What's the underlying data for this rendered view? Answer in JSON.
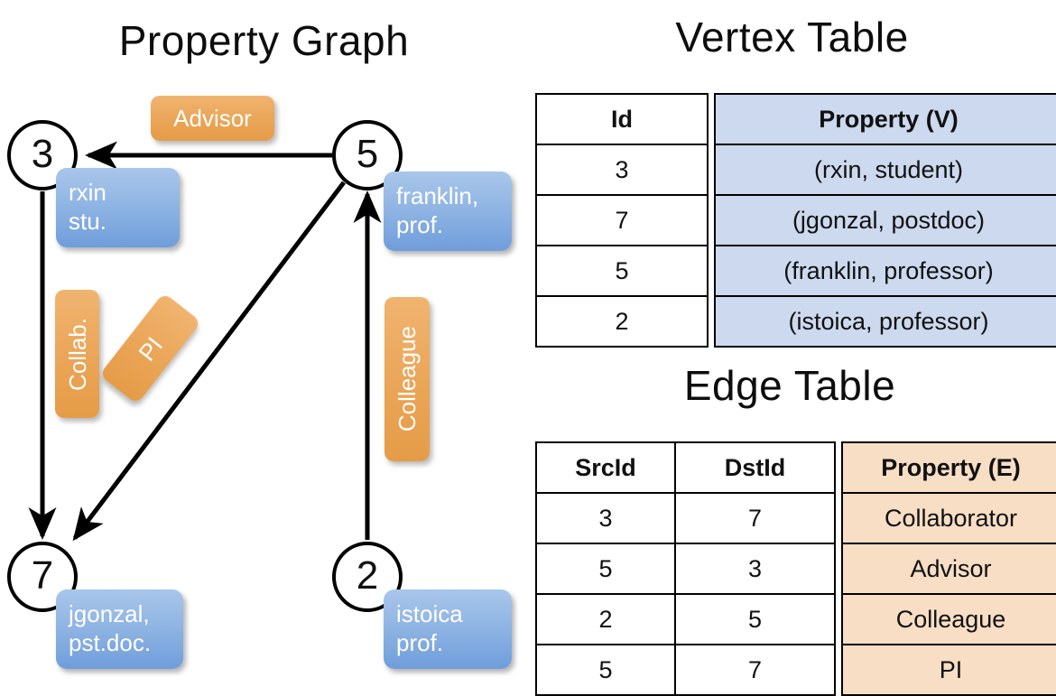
{
  "panels": {
    "graph_title": "Property Graph",
    "vertex_table_title": "Vertex Table",
    "edge_table_title": "Edge Table"
  },
  "graph": {
    "nodes": [
      {
        "id": "3",
        "property_label": "rxin\nstu."
      },
      {
        "id": "5",
        "property_label": "franklin,\nprof."
      },
      {
        "id": "7",
        "property_label": "jgonzal,\npst.doc."
      },
      {
        "id": "2",
        "property_label": "istoica\nprof."
      }
    ],
    "node_labels": {
      "n3": "3",
      "n5": "5",
      "n7": "7",
      "n2": "2"
    },
    "vertex_props": {
      "rxin_line1": "rxin",
      "rxin_line2": "stu.",
      "franklin_line1": "franklin,",
      "franklin_line2": "prof.",
      "jgonzal_line1": "jgonzal,",
      "jgonzal_line2": "pst.doc.",
      "istoica_line1": "istoica",
      "istoica_line2": "prof."
    },
    "edge_props": {
      "advisor": "Advisor",
      "collab": "Collab.",
      "pi": "PI",
      "colleague": "Colleague"
    },
    "edges": [
      {
        "from": "5",
        "to": "3",
        "label": "Advisor"
      },
      {
        "from": "3",
        "to": "7",
        "label": "Collab."
      },
      {
        "from": "5",
        "to": "7",
        "label": "PI"
      },
      {
        "from": "2",
        "to": "5",
        "label": "Colleague"
      }
    ]
  },
  "vertex_table": {
    "headers": [
      "Id",
      "Property (V)"
    ],
    "rows": [
      {
        "id": "3",
        "property": "(rxin, student)"
      },
      {
        "id": "7",
        "property": "(jgonzal, postdoc)"
      },
      {
        "id": "5",
        "property": "(franklin, professor)"
      },
      {
        "id": "2",
        "property": "(istoica, professor)"
      }
    ]
  },
  "edge_table": {
    "headers": [
      "SrcId",
      "DstId",
      "Property (E)"
    ],
    "rows": [
      {
        "src": "3",
        "dst": "7",
        "property": "Collaborator"
      },
      {
        "src": "5",
        "dst": "3",
        "property": "Advisor"
      },
      {
        "src": "2",
        "dst": "5",
        "property": "Colleague"
      },
      {
        "src": "5",
        "dst": "7",
        "property": "PI"
      }
    ]
  },
  "colors": {
    "vertex_fill": "#ccd9ee",
    "edge_fill": "#f7dec4",
    "vertex_callout": "#8fb4e3",
    "edge_callout": "#eaa557",
    "stroke": "#000000",
    "background": "#ffffff"
  }
}
